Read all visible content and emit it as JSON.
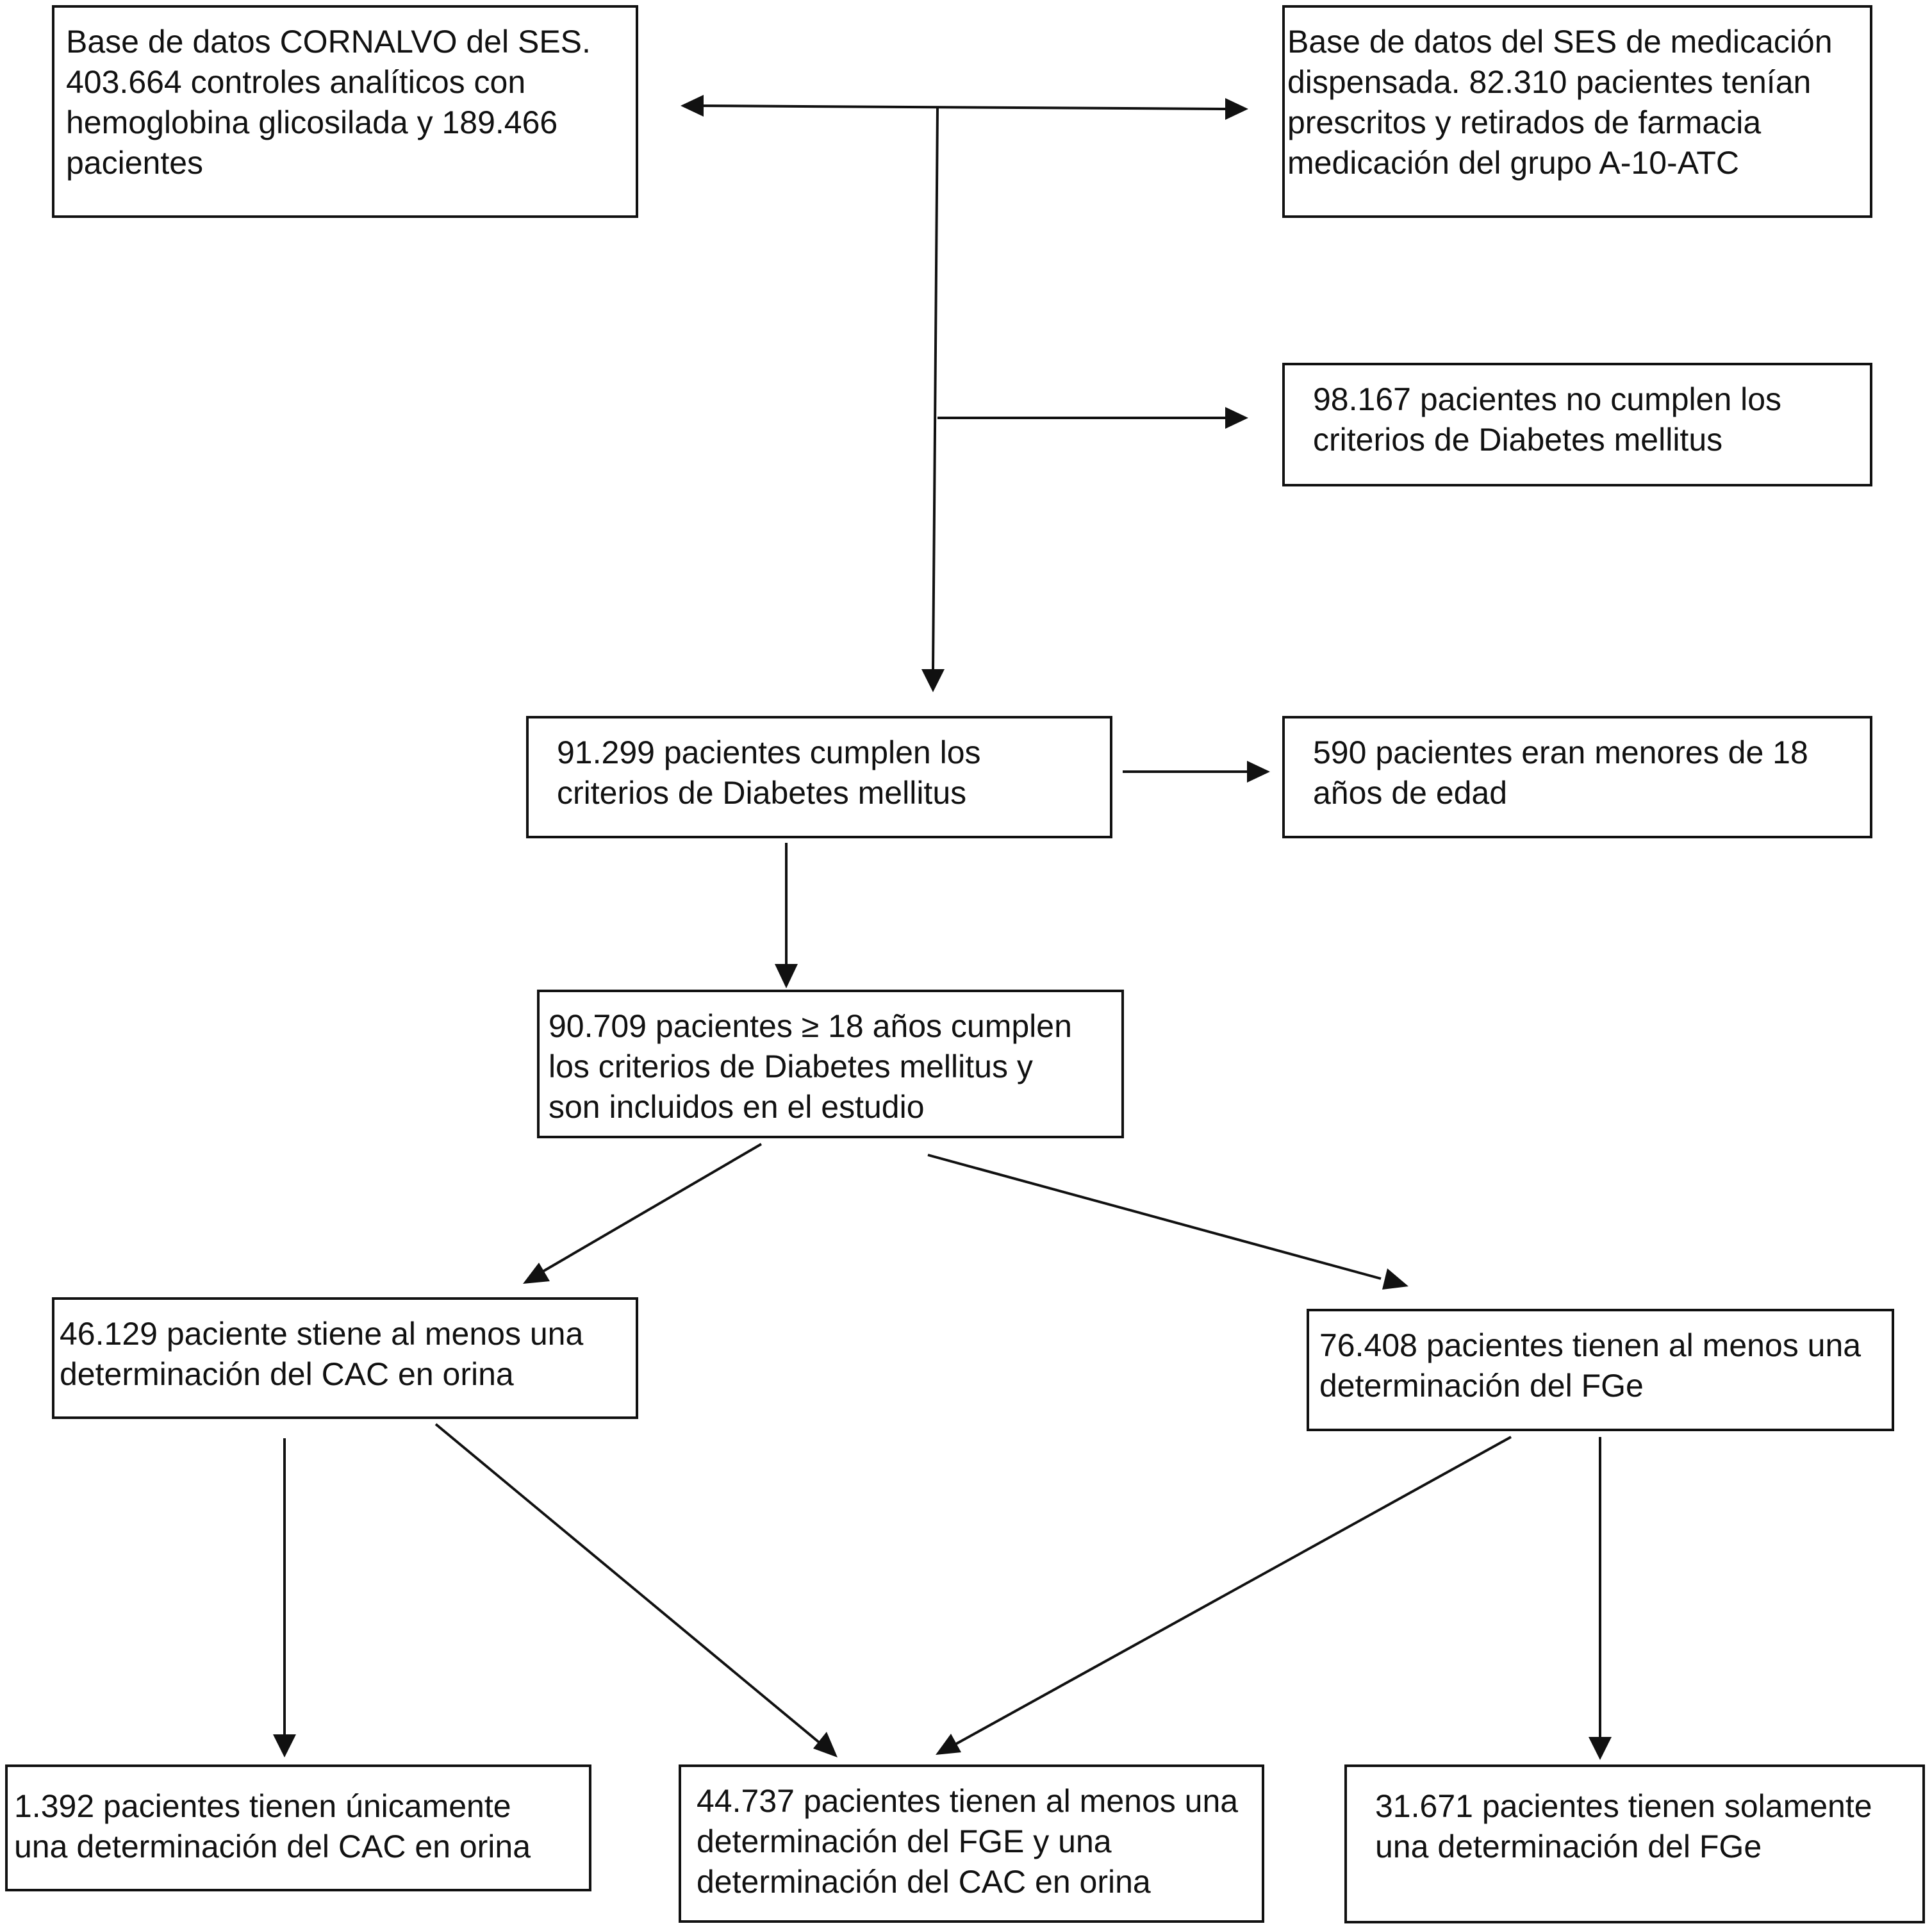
{
  "boxes": {
    "cornalvo": "Base de datos CORNALVO del SES.\n403.664 controles analíticos con\nhemoglobina glicosilada y 189.466\npacientes",
    "medicacion": "Base de datos del SES de medicación\ndispensada. 82.310 pacientes tenían\nprescritos y retirados de farmacia\nmedicación del grupo A-10-ATC",
    "no_cumplen": "98.167 pacientes no cumplen los\ncriterios de Diabetes mellitus",
    "cumplen": "91.299 pacientes cumplen los\ncriterios de Diabetes mellitus",
    "menores": "590 pacientes eran menores de 18\naños de edad",
    "incluidos": "90.709 pacientes ≥ 18 años cumplen\nlos criterios de Diabetes mellitus y\nson incluidos en el estudio",
    "cac": "46.129 paciente stiene al menos una\ndeterminación del CAC en orina",
    "fge": "76.408 pacientes tienen al menos una\ndeterminación del FGe",
    "solo_cac": "1.392 pacientes tienen únicamente\nuna determinación del CAC en orina",
    "ambos": "44.737 pacientes tienen al menos una\ndeterminación del FGE y una\ndeterminación del CAC en orina",
    "solo_fge": "31.671 pacientes tienen solamente\nuna determinación del FGe"
  }
}
